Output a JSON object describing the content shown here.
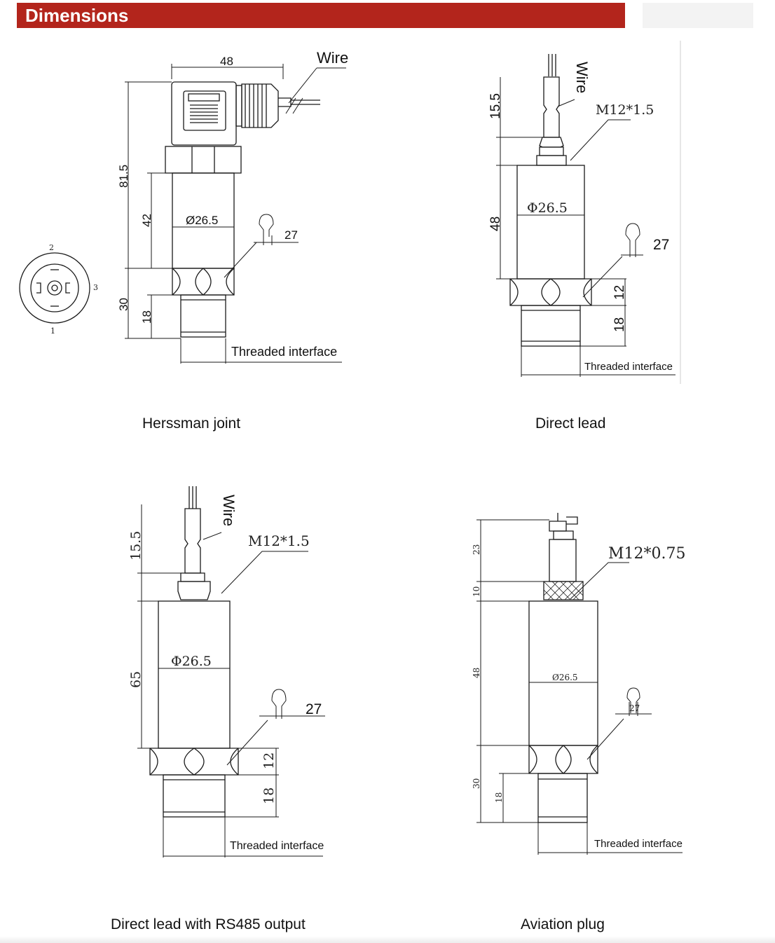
{
  "header": {
    "title": "Dimensions",
    "accent_color": "#b3251c"
  },
  "diagrams": [
    {
      "caption": "Herssman joint",
      "labels": {
        "width": "48",
        "wire": "Wire",
        "height_total": "81.5",
        "body": "42",
        "diameter": "Ø26.5",
        "wrench": "27",
        "lower": "30",
        "thread": "18",
        "interface": "Threaded interface",
        "pin1": "1",
        "pin2": "2",
        "pin3": "3"
      }
    },
    {
      "caption": "Direct lead",
      "labels": {
        "wire": "Wire",
        "cable": "15.5",
        "thread_spec": "M12*1.5",
        "body": "48",
        "diameter": "Φ26.5",
        "wrench": "27",
        "hex": "12",
        "thread": "18",
        "interface": "Threaded interface"
      }
    },
    {
      "caption": "Direct lead with RS485 output",
      "labels": {
        "wire": "Wire",
        "cable": "15.5",
        "thread_spec": "M12*1.5",
        "body": "65",
        "diameter": "Φ26.5",
        "wrench": "27",
        "hex": "12",
        "thread": "18",
        "interface": "Threaded interface"
      }
    },
    {
      "caption": "Aviation plug",
      "labels": {
        "connector": "23",
        "knurl": "10",
        "thread_spec": "M12*0.75",
        "body": "48",
        "diameter": "Ø26.5",
        "wrench": "27",
        "lower": "30",
        "thread": "18",
        "interface": "Threaded interface"
      }
    }
  ]
}
